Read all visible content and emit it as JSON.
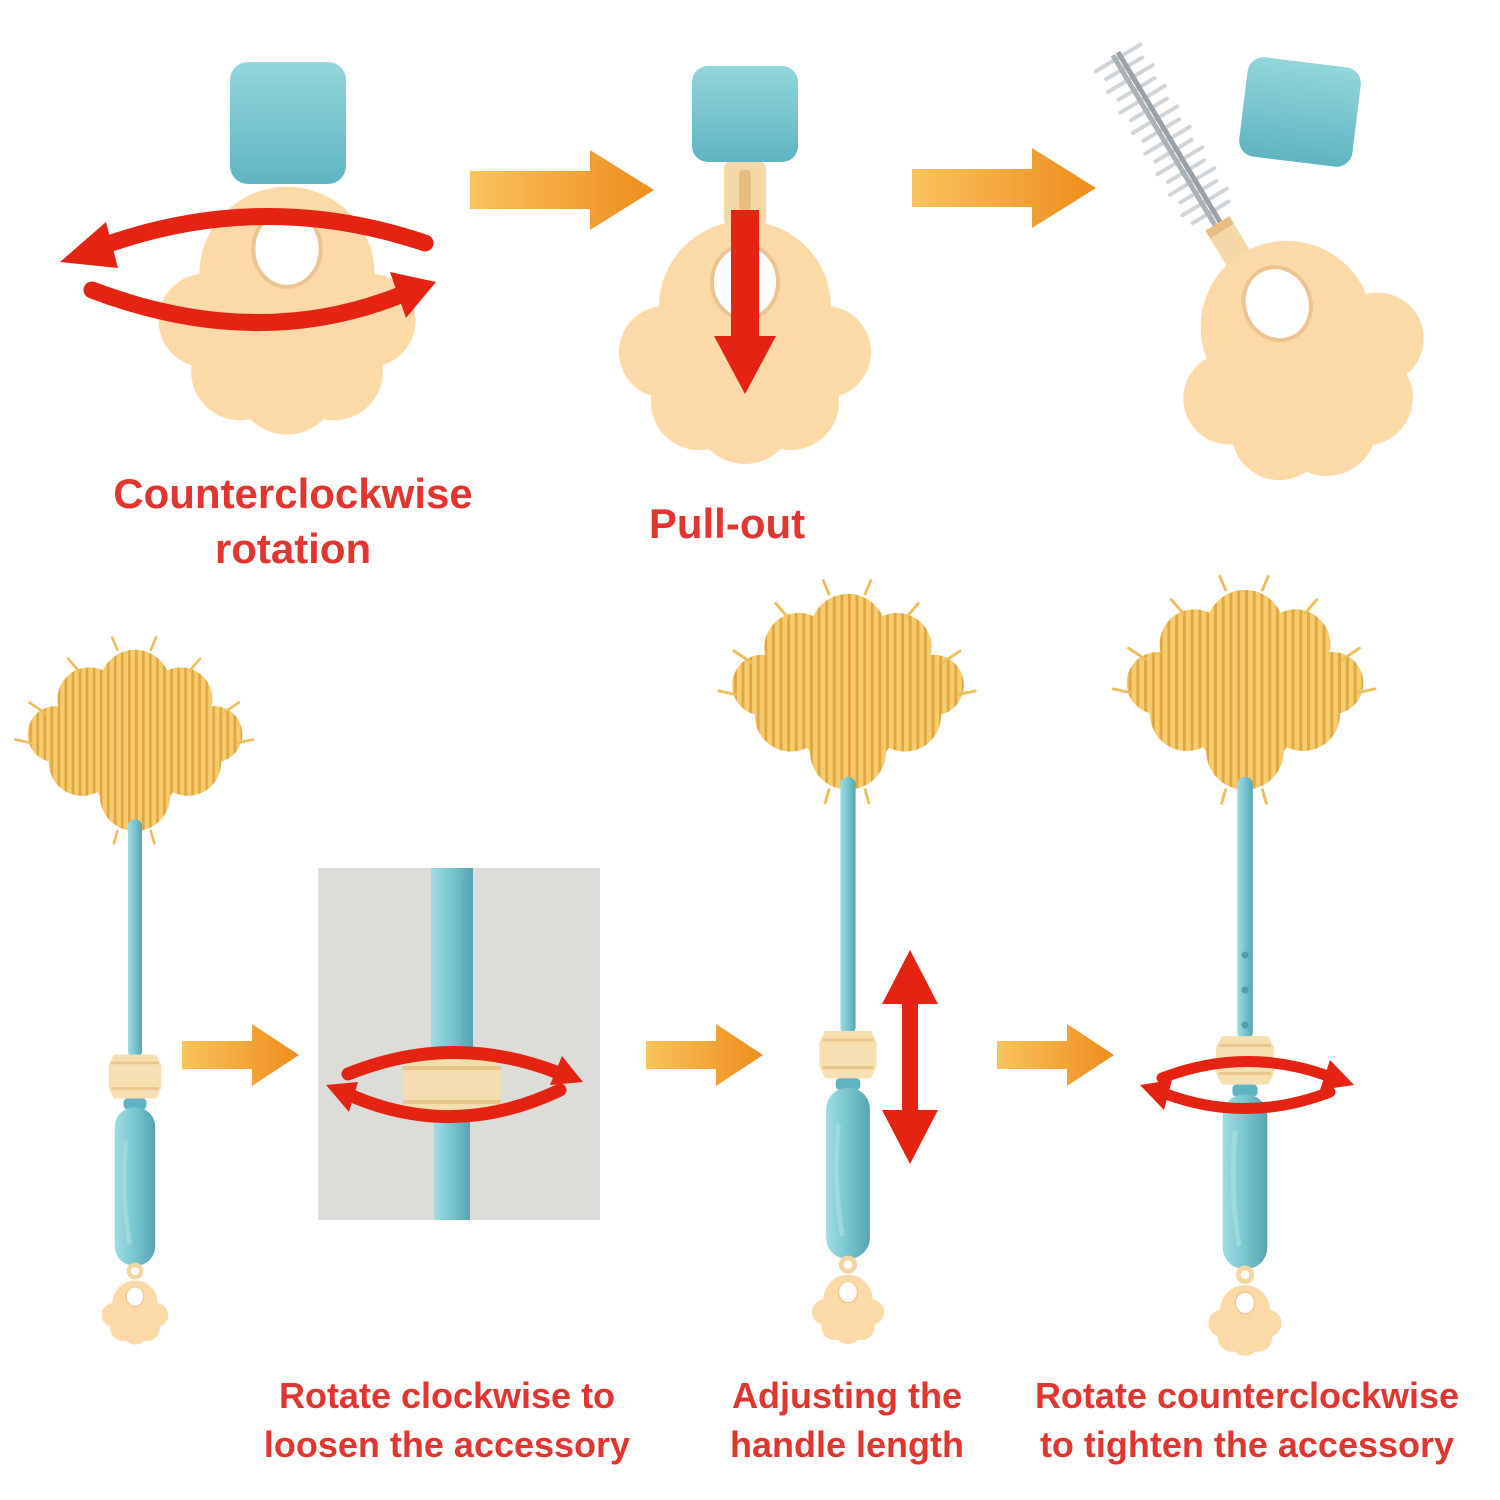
{
  "colors": {
    "caption_red": "#e13530",
    "arrow_red": "#e42313",
    "arrow_orange_start": "#f9c35c",
    "arrow_orange_end": "#ee8c1c",
    "product_teal": "#7cc8d2",
    "accessory_cream": "#fcd9a6",
    "brush_head_yellow": "#f5cb6e",
    "inset_background": "#dcdcd8"
  },
  "icons": {
    "step_arrow": "right-arrow-icon",
    "rotation": "rotate-arrow-icon",
    "pull": "down-arrow-icon",
    "length": "vertical-double-arrow-icon"
  },
  "instructions": {
    "top_captions": [
      {
        "lines": [
          "Counterclockwise",
          "rotation"
        ]
      },
      {
        "lines": [
          "Pull-out"
        ]
      }
    ],
    "bottom_captions": [
      {
        "lines": [
          "Rotate clockwise to",
          "loosen the accessory"
        ]
      },
      {
        "lines": [
          "Adjusting the",
          "handle length"
        ]
      },
      {
        "lines": [
          "Rotate counterclockwise",
          "to tighten the accessory"
        ]
      }
    ]
  }
}
